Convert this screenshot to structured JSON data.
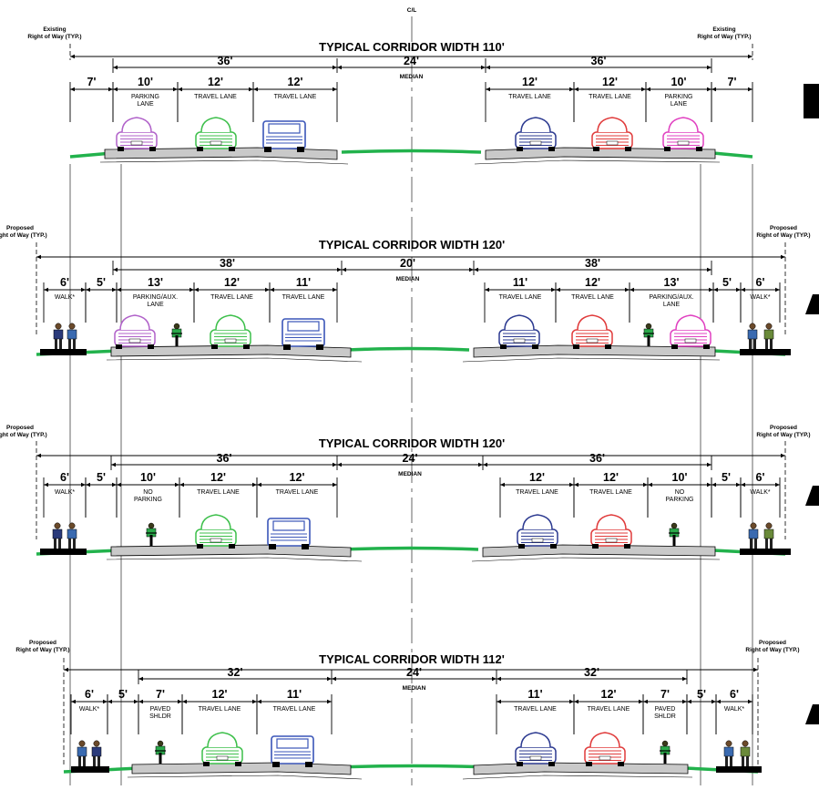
{
  "centerline_label": "C/L",
  "sections": [
    {
      "title": "TYPICAL CORRIDOR WIDTH 110'",
      "row_label": [
        "Existing",
        "Right of Way (TYP.)"
      ],
      "half_left": "36'",
      "median_width": "24'",
      "median_label": "MEDIAN",
      "half_right": "36'",
      "left_dims": [
        {
          "dim": "7'",
          "label": []
        },
        {
          "dim": "10'",
          "label": [
            "PARKING",
            "LANE"
          ]
        },
        {
          "dim": "12'",
          "label": [
            "TRAVEL LANE"
          ]
        },
        {
          "dim": "12'",
          "label": [
            "TRAVEL LANE"
          ]
        }
      ],
      "right_dims": [
        {
          "dim": "12'",
          "label": [
            "TRAVEL LANE"
          ]
        },
        {
          "dim": "12'",
          "label": [
            "TRAVEL LANE"
          ]
        },
        {
          "dim": "10'",
          "label": [
            "PARKING",
            "LANE"
          ]
        },
        {
          "dim": "7'",
          "label": []
        }
      ]
    },
    {
      "title": "TYPICAL CORRIDOR WIDTH 120'",
      "row_label": [
        "Proposed",
        "Right of Way (TYP.)"
      ],
      "half_left": "38'",
      "median_width": "20'",
      "median_label": "MEDIAN",
      "half_right": "38'",
      "left_dims": [
        {
          "dim": "6'",
          "label": [
            "WALK*"
          ]
        },
        {
          "dim": "5'",
          "label": []
        },
        {
          "dim": "13'",
          "label": [
            "PARKING/AUX.",
            "LANE"
          ]
        },
        {
          "dim": "12'",
          "label": [
            "TRAVEL LANE"
          ]
        },
        {
          "dim": "11'",
          "label": [
            "TRAVEL LANE"
          ]
        }
      ],
      "right_dims": [
        {
          "dim": "11'",
          "label": [
            "TRAVEL LANE"
          ]
        },
        {
          "dim": "12'",
          "label": [
            "TRAVEL LANE"
          ]
        },
        {
          "dim": "13'",
          "label": [
            "PARKING/AUX.",
            "LANE"
          ]
        },
        {
          "dim": "5'",
          "label": []
        },
        {
          "dim": "6'",
          "label": [
            "WALK*"
          ]
        }
      ]
    },
    {
      "title": "TYPICAL CORRIDOR WIDTH 120'",
      "row_label": [
        "Proposed",
        "Right of Way (TYP.)"
      ],
      "half_left": "36'",
      "median_width": "24'",
      "median_label": "MEDIAN",
      "half_right": "36'",
      "left_dims": [
        {
          "dim": "6'",
          "label": [
            "WALK*"
          ]
        },
        {
          "dim": "5'",
          "label": []
        },
        {
          "dim": "10'",
          "label": [
            "NO",
            "PARKING"
          ]
        },
        {
          "dim": "12'",
          "label": [
            "TRAVEL LANE"
          ]
        },
        {
          "dim": "12'",
          "label": [
            "TRAVEL LANE"
          ]
        }
      ],
      "right_dims": [
        {
          "dim": "12'",
          "label": [
            "TRAVEL LANE"
          ]
        },
        {
          "dim": "12'",
          "label": [
            "TRAVEL LANE"
          ]
        },
        {
          "dim": "10'",
          "label": [
            "NO",
            "PARKING"
          ]
        },
        {
          "dim": "5'",
          "label": []
        },
        {
          "dim": "6'",
          "label": [
            "WALK*"
          ]
        }
      ]
    },
    {
      "title": "TYPICAL CORRIDOR WIDTH 112'",
      "row_label": [
        "Proposed",
        "Right of Way (TYP.)"
      ],
      "half_left": "32'",
      "median_width": "24'",
      "median_label": "MEDIAN",
      "half_right": "32'",
      "left_dims": [
        {
          "dim": "6'",
          "label": [
            "WALK*"
          ]
        },
        {
          "dim": "5'",
          "label": []
        },
        {
          "dim": "7'",
          "label": [
            "PAVED",
            "SHLDR"
          ]
        },
        {
          "dim": "12'",
          "label": [
            "TRAVEL LANE"
          ]
        },
        {
          "dim": "11'",
          "label": [
            "TRAVEL LANE"
          ]
        }
      ],
      "right_dims": [
        {
          "dim": "11'",
          "label": [
            "TRAVEL LANE"
          ]
        },
        {
          "dim": "12'",
          "label": [
            "TRAVEL LANE"
          ]
        },
        {
          "dim": "7'",
          "label": [
            "PAVED",
            "SHLDR"
          ]
        },
        {
          "dim": "5'",
          "label": []
        },
        {
          "dim": "6'",
          "label": [
            "WALK*"
          ]
        }
      ]
    }
  ],
  "colors": {
    "grass": "#22b24c",
    "pavement": "#c9c9c9",
    "car_purple": "#b061c9",
    "car_green": "#3cbf4a",
    "car_blue": "#3a55b8",
    "car_navy": "#2b3990",
    "car_red": "#e03a3a",
    "car_magenta": "#e040c0"
  }
}
